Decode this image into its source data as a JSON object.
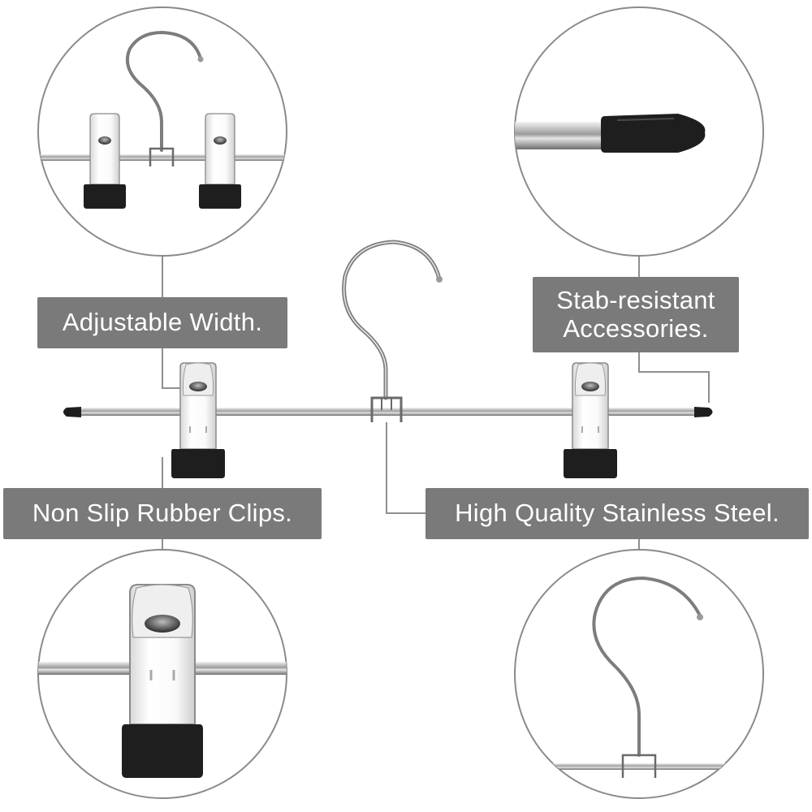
{
  "labels": {
    "adjustable_width": "Adjustable Width.",
    "stab_resistant_line1": "Stab-resistant",
    "stab_resistant_line2": "Accessories.",
    "non_slip_clips": "Non Slip Rubber Clips.",
    "stainless_steel": "High Quality Stainless Steel."
  },
  "colors": {
    "label_background": "#7a7a7a",
    "label_text": "#ffffff",
    "circle_outline": "#8a8a8a",
    "connector_line": "#8f8f8f",
    "rubber_black": "#1e1e1e"
  },
  "icons": [
    "hanger-hook-icon",
    "clip-icon",
    "end-cap-icon"
  ]
}
